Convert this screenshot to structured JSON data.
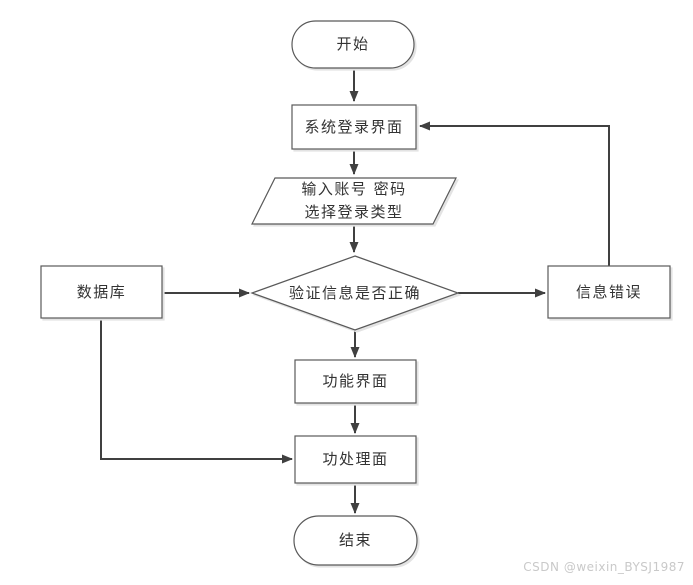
{
  "diagram": {
    "type": "flowchart",
    "nodes": {
      "start": {
        "label": "开始",
        "shape": "terminator"
      },
      "login": {
        "label": "系统登录界面",
        "shape": "process"
      },
      "input": {
        "line1": "输入账号 密码",
        "line2": "选择登录类型",
        "shape": "input-output"
      },
      "verify": {
        "label": "验证信息是否正确",
        "shape": "decision"
      },
      "database": {
        "label": "数据库",
        "shape": "process"
      },
      "error": {
        "label": "信息错误",
        "shape": "process"
      },
      "function": {
        "label": "功能界面",
        "shape": "process"
      },
      "process": {
        "label": "功处理面",
        "shape": "process"
      },
      "end": {
        "label": "结束",
        "shape": "terminator"
      }
    },
    "edges": [
      {
        "from": "start",
        "to": "login"
      },
      {
        "from": "login",
        "to": "input"
      },
      {
        "from": "input",
        "to": "verify"
      },
      {
        "from": "database",
        "to": "verify"
      },
      {
        "from": "verify",
        "to": "error"
      },
      {
        "from": "error",
        "to": "login"
      },
      {
        "from": "verify",
        "to": "function"
      },
      {
        "from": "function",
        "to": "process"
      },
      {
        "from": "database",
        "to": "process"
      },
      {
        "from": "process",
        "to": "end"
      }
    ],
    "colors": {
      "background": "#ffffff",
      "shape_fill": "#ffffff",
      "shape_border": "#595959",
      "connector": "#404040",
      "text": "#333333",
      "watermark": "#c9c9c9"
    }
  },
  "watermark": {
    "text": "CSDN @weixin_BYSJ1987"
  }
}
